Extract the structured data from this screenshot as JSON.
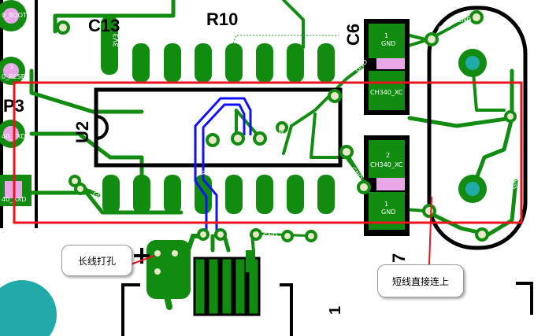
{
  "components": {
    "c13": "C13",
    "r10": "R10",
    "c6": "C6",
    "u2": "U2",
    "p3": "P3",
    "label_3v3": "3V3",
    "label_boot0": "0_BOOT0",
    "label_reset": "0_RESET",
    "label_txd": "40_TXD",
    "label_rxd": "40_RXD",
    "digit_seven": "7",
    "digit_one": "1"
  },
  "pads": {
    "c6_top_num": "1",
    "c6_top_net": "GND",
    "c6_mid_net": "CH340_XC",
    "c6_bot_num": "2",
    "c6_bot_net": "CH340_XC",
    "c6_low_num": "1",
    "c6_low_net": "GND",
    "gnd": "GND",
    "gn": "GN",
    "v": "V",
    "p3_pin": "3"
  },
  "callouts": {
    "long_trace": "长线打孔",
    "short_trace": "短线直接连上"
  },
  "colors": {
    "copper": "#118c11",
    "trace_blue": "#1010ff",
    "highlight": "#e8141e",
    "pad_pink": "#e8a8e8",
    "via": "#e8e8c8"
  }
}
